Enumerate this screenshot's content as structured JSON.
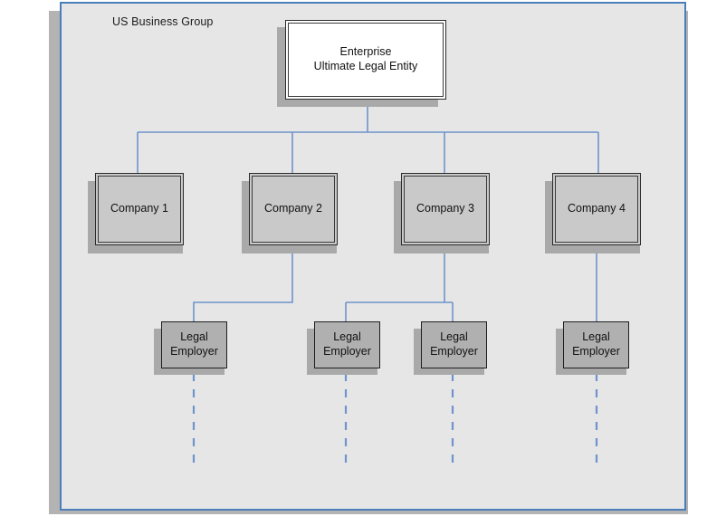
{
  "diagram": {
    "title": "US Business Group",
    "frame_border_color": "#4a7ebb",
    "frame_background": "#e6e6e6",
    "connector_color": "#6f93cc",
    "nodes": {
      "enterprise": {
        "line1": "Enterprise",
        "line2": "Ultimate Legal Entity"
      },
      "companies": [
        {
          "label": "Company 1"
        },
        {
          "label": "Company 2"
        },
        {
          "label": "Company 3"
        },
        {
          "label": "Company 4"
        }
      ],
      "legal_employers": [
        {
          "line1": "Legal",
          "line2": "Employer"
        },
        {
          "line1": "Legal",
          "line2": "Employer"
        },
        {
          "line1": "Legal",
          "line2": "Employer"
        },
        {
          "line1": "Legal",
          "line2": "Employer"
        }
      ]
    }
  }
}
